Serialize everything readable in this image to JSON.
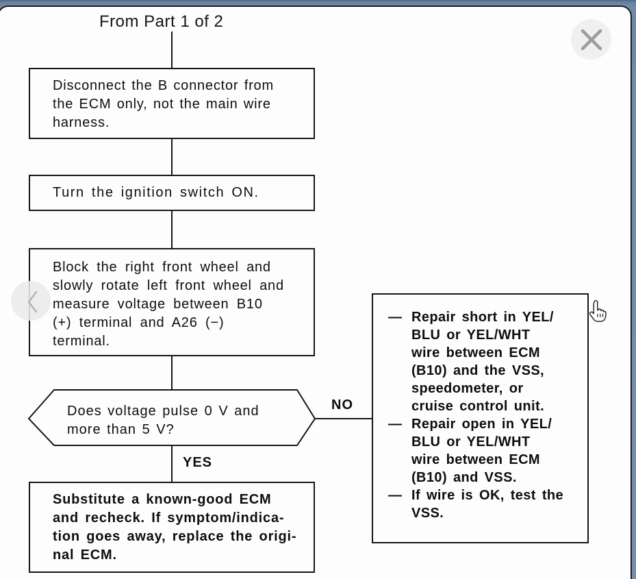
{
  "viewer": {
    "close_icon": "x-close-glyph",
    "prev_icon": "chevron-left-glyph"
  },
  "colors": {
    "background_blue": "#6e8aa8",
    "panel_background": "#fdfdfd",
    "panel_border": "#1c1c1c",
    "diagram_line": "#161616",
    "button_gray": "#f0f0f0",
    "icon_gray": "#9c9c9c"
  },
  "flowchart": {
    "title": "From Part 1 of 2",
    "steps": [
      {
        "text": "Disconnect the B connector from\nthe ECM only, not the main wire\nharness."
      },
      {
        "text": "Turn the ignition switch ON."
      },
      {
        "text": "Block the right front wheel and\nslowly rotate left front wheel and\nmeasure voltage between B10\n(+) terminal and A26 (−)\nterminal."
      }
    ],
    "decision": {
      "text": "Does voltage pulse 0 V and\nmore than 5 V?",
      "no_label": "NO",
      "yes_label": "YES"
    },
    "result": {
      "text": "Substitute a known-good ECM\nand recheck. If symptom/indica-\ntion goes away, replace the origi-\nnal ECM."
    },
    "no_actions": {
      "bullet": "—",
      "items": [
        {
          "text": "Repair short in YEL/\nBLU or YEL/WHT\nwire between ECM\n(B10) and the VSS,\nspeedometer, or\ncruise control unit."
        },
        {
          "text": "Repair open in YEL/\nBLU or YEL/WHT\nwire between ECM\n(B10) and VSS."
        },
        {
          "text": "If wire is OK, test the\nVSS."
        }
      ]
    }
  }
}
